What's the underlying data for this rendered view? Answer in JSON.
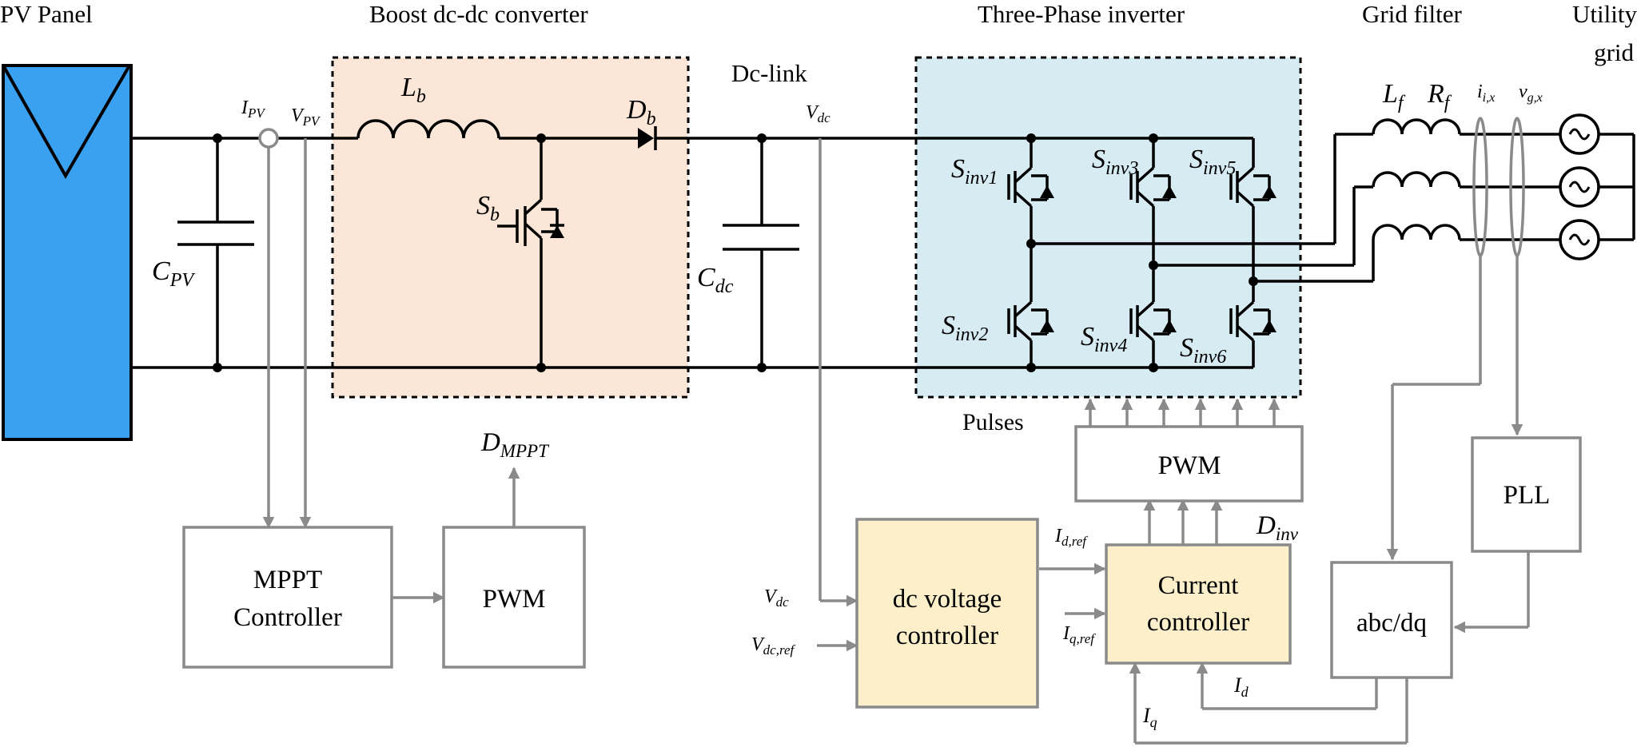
{
  "sections": {
    "pv_panel": "PV Panel",
    "boost": "Boost dc-dc converter",
    "inverter": "Three-Phase inverter",
    "grid_filter": "Grid filter",
    "utility_line1": "Utility",
    "utility_line2": "grid",
    "dc_link": "Dc-link"
  },
  "components": {
    "cpv": {
      "main": "C",
      "sub": "PV"
    },
    "cdc": {
      "main": "C",
      "sub": "dc"
    },
    "lb": {
      "main": "L",
      "sub": "b"
    },
    "db": {
      "main": "D",
      "sub": "b"
    },
    "sb": {
      "main": "S",
      "sub": "b"
    },
    "lf": {
      "main": "L",
      "sub": "f"
    },
    "rf": {
      "main": "R",
      "sub": "f"
    },
    "sinv1": {
      "main": "S",
      "sub": "inv1"
    },
    "sinv2": {
      "main": "S",
      "sub": "inv2"
    },
    "sinv3": {
      "main": "S",
      "sub": "inv3"
    },
    "sinv4": {
      "main": "S",
      "sub": "inv4"
    },
    "sinv5": {
      "main": "S",
      "sub": "inv5"
    },
    "sinv6": {
      "main": "S",
      "sub": "inv6"
    }
  },
  "signals": {
    "ipv": {
      "main": "I",
      "sub": "PV"
    },
    "vpv": {
      "main": "V",
      "sub": "PV"
    },
    "vdc_top": {
      "main": "V",
      "sub": "dc"
    },
    "vdc_in": {
      "main": "V",
      "sub": "dc"
    },
    "vdcref": {
      "main": "V",
      "sub": "dc,ref"
    },
    "idref": {
      "main": "I",
      "sub": "d,ref"
    },
    "iqref": {
      "main": "I",
      "sub": "q,ref"
    },
    "dinv": {
      "main": "D",
      "sub": "inv"
    },
    "dmppt": {
      "main": "D",
      "sub": "MPPT"
    },
    "id": {
      "main": "I",
      "sub": "d"
    },
    "iq": {
      "main": "I",
      "sub": "q"
    },
    "iix": {
      "main": "i",
      "sub": "i,x"
    },
    "vgx": {
      "main": "v",
      "sub": "g,x"
    },
    "pulses": "Pulses"
  },
  "blocks": {
    "mppt_line1": "MPPT",
    "mppt_line2": "Controller",
    "pwm_left": "PWM",
    "pwm_right": "PWM",
    "dcv_line1": "dc voltage",
    "dcv_line2": "controller",
    "cc_line1": "Current",
    "cc_line2": "controller",
    "pll": "PLL",
    "abcdq": "abc/dq"
  },
  "colors": {
    "pv_panel_fill": "#3aa0f0",
    "boost_fill": "#fbe6d7",
    "inverter_fill": "#d7ebf3",
    "controller_fill": "#fcefc9",
    "signal_gray": "#8a8a8a",
    "wire_black": "#000000"
  }
}
